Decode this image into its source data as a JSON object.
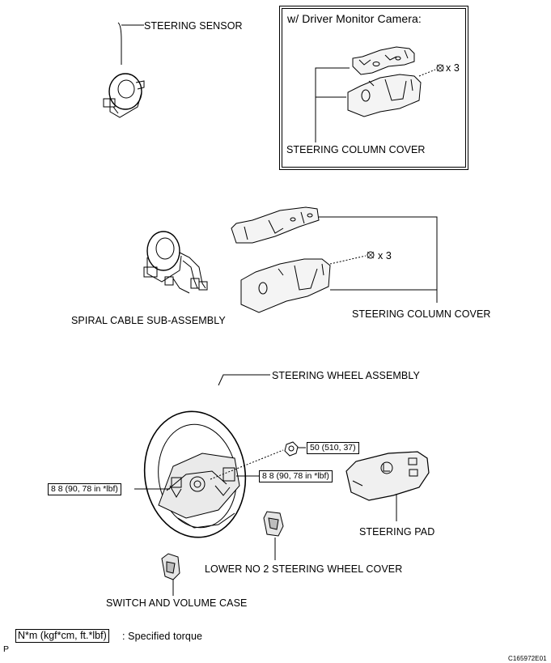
{
  "labels": {
    "steering_sensor": "STEERING SENSOR",
    "camera_title": "w/ Driver Monitor Camera:",
    "camera_qty": "x 3",
    "camera_column_cover": "STEERING COLUMN COVER",
    "spiral_cable": "SPIRAL CABLE SUB-ASSEMBLY",
    "column_qty": "x 3",
    "column_cover": "STEERING COLUMN COVER",
    "wheel_assembly": "STEERING WHEEL ASSEMBLY",
    "steering_pad": "STEERING PAD",
    "lower_cover": "LOWER NO  2 STEERING WHEEL COVER",
    "switch_case": "SWITCH AND VOLUME CASE"
  },
  "torques": {
    "nut": "50 (510, 37)",
    "right_bolt": "8 8 (90, 78 in *lbf)",
    "left_bolt": "8 8 (90, 78 in *lbf)"
  },
  "legend": {
    "unit_box": "N*m (kgf*cm, ft.*lbf)",
    "text": ": Specified torque"
  },
  "footer": {
    "page_mark": "P",
    "figure_code": "C165972E01"
  }
}
